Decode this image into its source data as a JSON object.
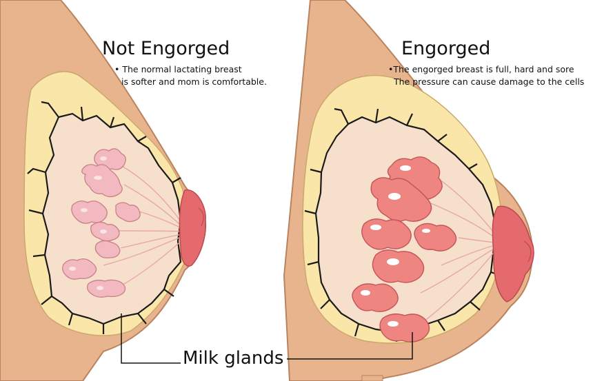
{
  "panels": [
    {
      "title": "Not Engorged",
      "note_line1": "The normal lactating breast",
      "note_line2": "is softer and mom is comfortable."
    },
    {
      "title": "Engorged",
      "note_line1": "The engorged breast is full, hard and sore",
      "note_line2": "The pressure can cause damage to the cells"
    }
  ],
  "label": "Milk glands",
  "colors": {
    "skin": "#e8b48e",
    "skin_outline": "#b8835e",
    "fat": "#f9e6a8",
    "tissue": "#f6dfcb",
    "gland_light": "#f2b9c0",
    "gland_swollen": "#ef8580",
    "nipple": "#e46a6e",
    "crack": "#1a1a1a"
  }
}
